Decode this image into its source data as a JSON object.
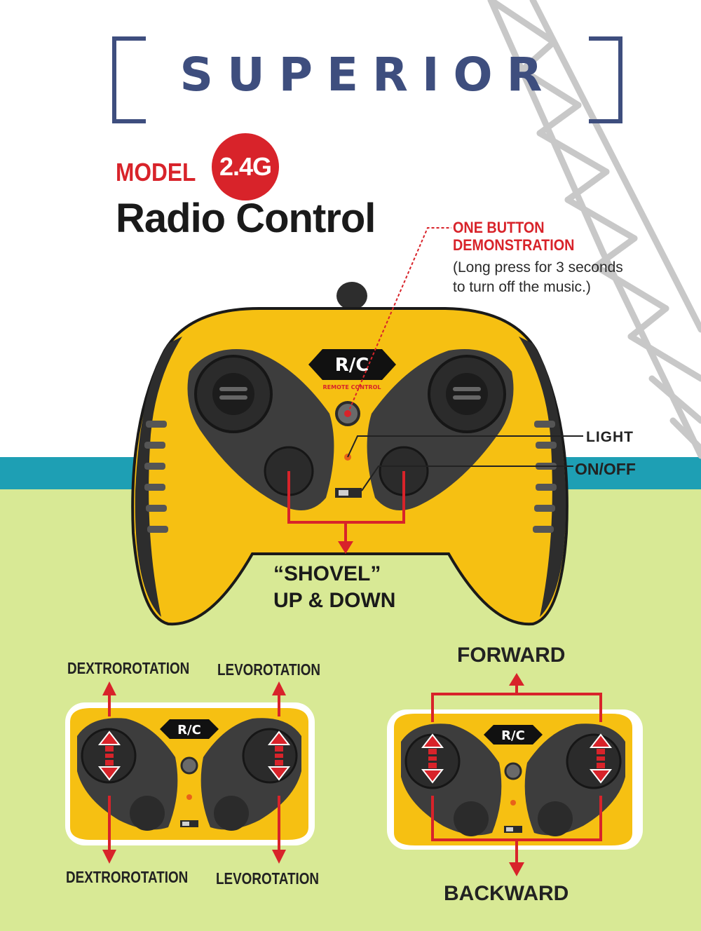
{
  "header": {
    "title": "SUPERIOR",
    "model_label": "MODEL",
    "model_badge": "2.4G",
    "subtitle": "Radio Control"
  },
  "controller": {
    "logo": "R/C",
    "logo_subtitle": "REMOTE CONTROL"
  },
  "callouts": {
    "demo_title_1": "ONE BUTTON",
    "demo_title_2": "DEMONSTRATION",
    "demo_note_1": "(Long press for 3 seconds",
    "demo_note_2": "to turn off the music.)",
    "light": "LIGHT",
    "onoff": "ON/OFF",
    "shovel_1": "“SHOVEL”",
    "shovel_2": "UP & DOWN"
  },
  "left_diagram": {
    "top_left": "DEXTROROTATION",
    "top_right": "LEVOROTATION",
    "bottom_left": "DEXTROROTATION",
    "bottom_right": "LEVOROTATION"
  },
  "right_diagram": {
    "top": "FORWARD",
    "bottom": "BACKWARD"
  },
  "colors": {
    "accent_red": "#d8232a",
    "title_navy": "#3e4e7e",
    "teal_band": "#1e9fb4",
    "green_band": "#d8e995",
    "controller_yellow": "#f6c012",
    "controller_dark": "#3d3d3d"
  }
}
